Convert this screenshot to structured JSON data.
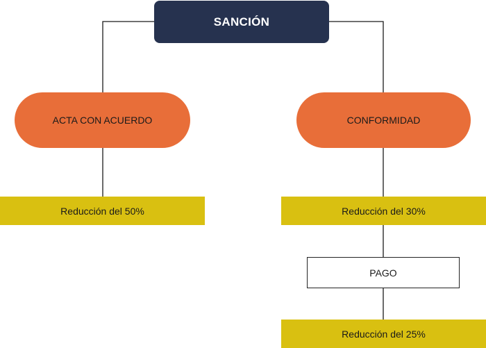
{
  "diagram": {
    "root": {
      "label": "SANCIÓN"
    },
    "left": {
      "option": "ACTA CON ACUERDO",
      "result": "Reducción del 50%"
    },
    "right": {
      "option": "CONFORMIDAD",
      "result": "Reducción del 30%",
      "step": "PAGO",
      "final_result": "Reducción del 25%"
    }
  },
  "colors": {
    "root_fill": "#26324f",
    "option_fill": "#e86e39",
    "result_fill": "#d9c011",
    "connector": "#1a1a1a"
  }
}
